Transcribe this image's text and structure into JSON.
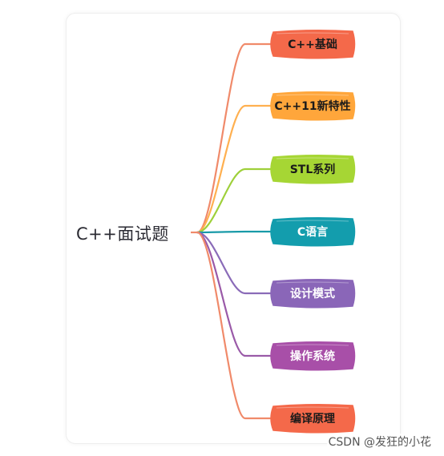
{
  "root": {
    "label": "C++面试题"
  },
  "branches": [
    {
      "label": "C++基础",
      "color": "#f4694a",
      "line": "#f08a6a",
      "text": "#1a1a1a"
    },
    {
      "label": "C++11新特性",
      "color": "#ffa63b",
      "line": "#ffb050",
      "text": "#1a1a1a"
    },
    {
      "label": "STL系列",
      "color": "#a6d634",
      "line": "#9ed03a",
      "text": "#1a1a1a"
    },
    {
      "label": "C语言",
      "color": "#139dad",
      "line": "#189aa8",
      "text": "#ffffff"
    },
    {
      "label": "设计模式",
      "color": "#8a66b8",
      "line": "#8a6bb8",
      "text": "#ffffff"
    },
    {
      "label": "操作系统",
      "color": "#a84fa8",
      "line": "#9a5aa8",
      "text": "#ffffff"
    },
    {
      "label": "编译原理",
      "color": "#f4694a",
      "line": "#f08a6a",
      "text": "#1a1a1a"
    }
  ],
  "watermark": "CSDN @发狂的小花"
}
